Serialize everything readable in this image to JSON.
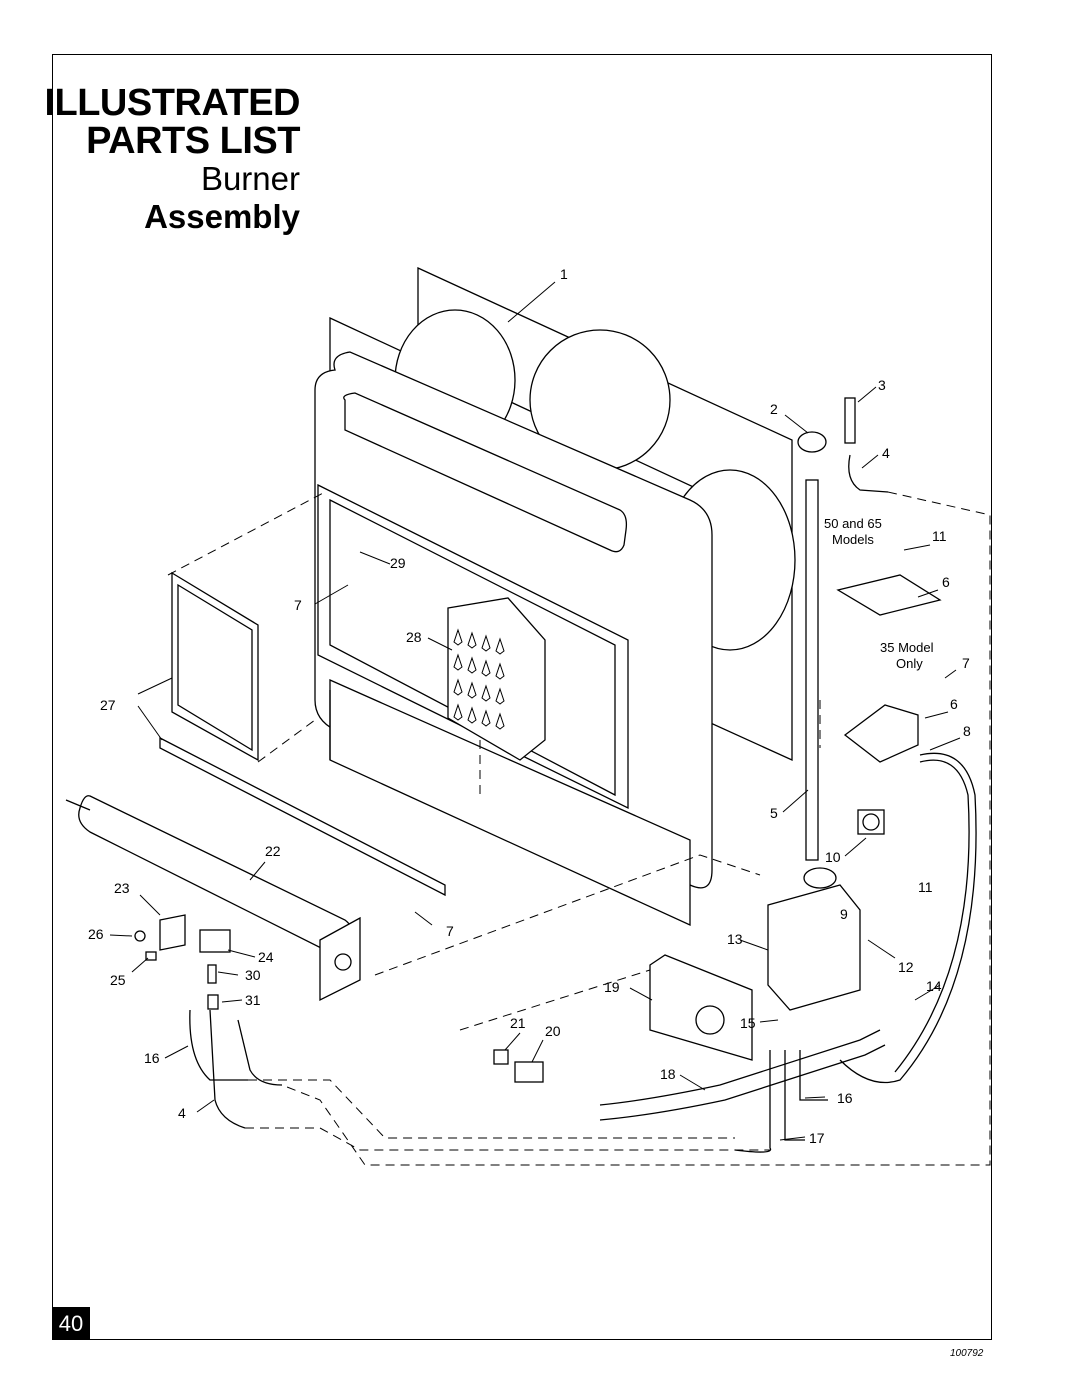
{
  "title": {
    "line1": "ILLUSTRATED",
    "line2": "PARTS LIST",
    "line3": "Burner",
    "line4": "Assembly"
  },
  "page_number": "40",
  "doc_number": "100792",
  "notes": {
    "n50_line1": "50 and 65",
    "n50_line2": "Models",
    "n35_line1": "35 Model",
    "n35_line2": "Only"
  },
  "callouts": {
    "c1": "1",
    "c2": "2",
    "c3": "3",
    "c4a": "4",
    "c4b": "4",
    "c5": "5",
    "c6a": "6",
    "c6b": "6",
    "c7a": "7",
    "c7b": "7",
    "c7c": "7",
    "c8": "8",
    "c9": "9",
    "c10": "10",
    "c11a": "11",
    "c11b": "11",
    "c12": "12",
    "c13": "13",
    "c14": "14",
    "c15": "15",
    "c16a": "16",
    "c16b": "16",
    "c17": "17",
    "c18": "18",
    "c19": "19",
    "c20": "20",
    "c21": "21",
    "c22": "22",
    "c23": "23",
    "c24": "24",
    "c25": "25",
    "c26": "26",
    "c27": "27",
    "c28": "28",
    "c29": "29",
    "c30": "30",
    "c31": "31"
  }
}
